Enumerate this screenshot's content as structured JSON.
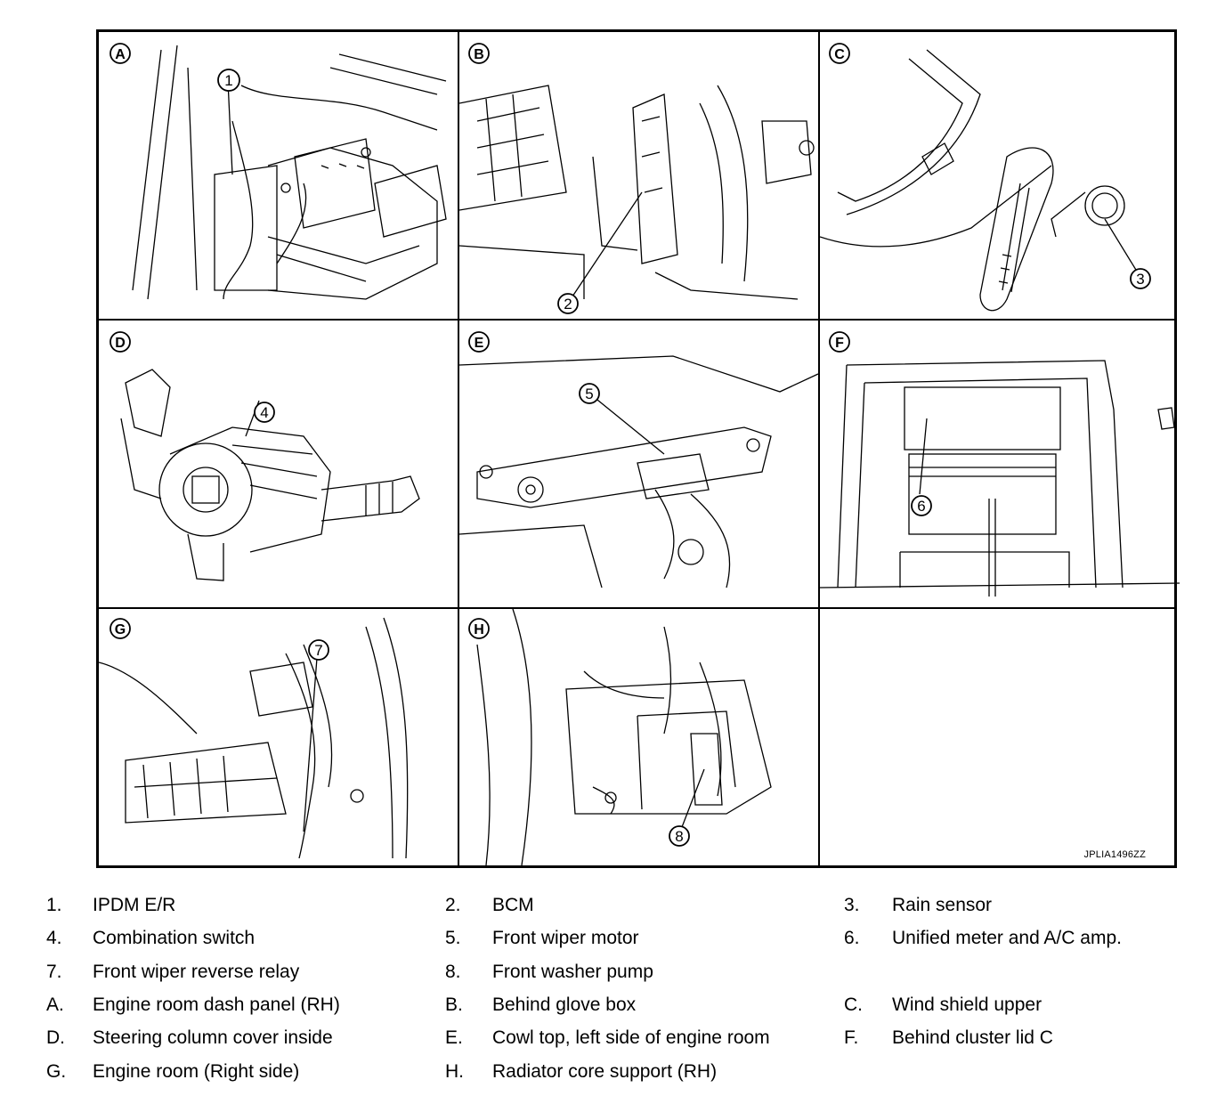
{
  "figure": {
    "code": "JPLIA1496ZZ",
    "panels": [
      {
        "letter": "A",
        "callout": "1"
      },
      {
        "letter": "B",
        "callout": "2"
      },
      {
        "letter": "C",
        "callout": "3"
      },
      {
        "letter": "D",
        "callout": "4"
      },
      {
        "letter": "E",
        "callout": "5"
      },
      {
        "letter": "F",
        "callout": "6"
      },
      {
        "letter": "G",
        "callout": "7"
      },
      {
        "letter": "H",
        "callout": "8"
      }
    ]
  },
  "legend": [
    [
      {
        "num": "1.",
        "text": "IPDM E/R"
      },
      {
        "num": "2.",
        "text": "BCM"
      },
      {
        "num": "3.",
        "text": "Rain sensor"
      }
    ],
    [
      {
        "num": "4.",
        "text": "Combination switch"
      },
      {
        "num": "5.",
        "text": "Front wiper motor"
      },
      {
        "num": "6.",
        "text": "Unified meter and A/C amp."
      }
    ],
    [
      {
        "num": "7.",
        "text": "Front wiper reverse relay"
      },
      {
        "num": "8.",
        "text": "Front washer pump"
      },
      {
        "num": "",
        "text": ""
      }
    ],
    [
      {
        "num": "A.",
        "text": "Engine room dash panel (RH)"
      },
      {
        "num": "B.",
        "text": "Behind glove box"
      },
      {
        "num": "C.",
        "text": "Wind shield upper"
      }
    ],
    [
      {
        "num": "D.",
        "text": "Steering column cover inside"
      },
      {
        "num": "E.",
        "text": "Cowl top, left side of engine room"
      },
      {
        "num": "F.",
        "text": "Behind cluster lid C"
      }
    ],
    [
      {
        "num": "G.",
        "text": "Engine room (Right side)"
      },
      {
        "num": "H.",
        "text": "Radiator core support (RH)"
      },
      {
        "num": "",
        "text": ""
      }
    ]
  ]
}
